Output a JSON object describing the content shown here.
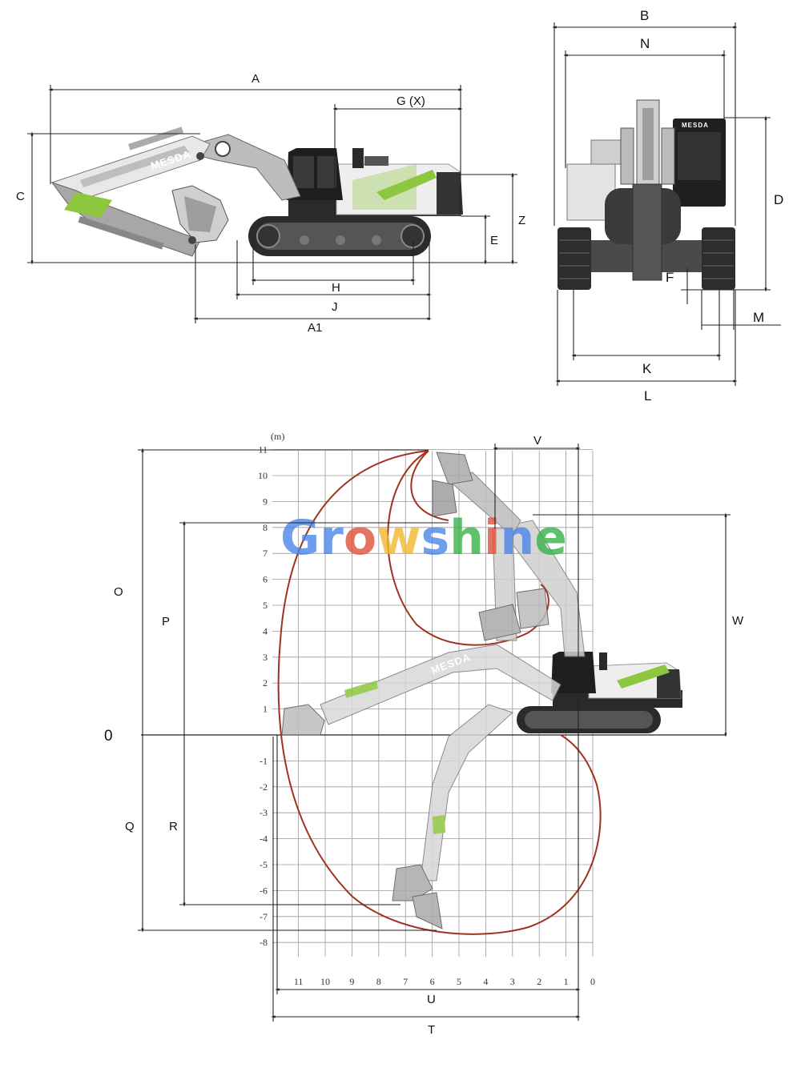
{
  "side_view": {
    "dims": [
      "A",
      "G (X)",
      "C",
      "Z",
      "E",
      "H",
      "J",
      "A1"
    ],
    "brand": "MESDA"
  },
  "front_view": {
    "dims": [
      "B",
      "N",
      "D",
      "F",
      "M",
      "K",
      "L"
    ],
    "brand": "MESDA"
  },
  "working_range": {
    "unit": "(m)",
    "y_ticks": [
      "11",
      "10",
      "9",
      "8",
      "7",
      "6",
      "5",
      "4",
      "3",
      "2",
      "1",
      "0",
      "-1",
      "-2",
      "-3",
      "-4",
      "-5",
      "-6",
      "-7",
      "-8"
    ],
    "x_ticks": [
      "11",
      "10",
      "9",
      "8",
      "7",
      "6",
      "5",
      "4",
      "3",
      "2",
      "1",
      "0"
    ],
    "zero_label": "0",
    "dims": [
      "V",
      "O",
      "P",
      "W",
      "Q",
      "R",
      "U",
      "T"
    ],
    "brand": "MESDA"
  },
  "watermark": {
    "letters": [
      "G",
      "r",
      "o",
      "w",
      "s",
      "h",
      "i",
      "n",
      "e"
    ],
    "colors": [
      "#4a86e8",
      "#4a86e8",
      "#e0503a",
      "#f2b92e",
      "#4a86e8",
      "#38b24a",
      "#e0503a",
      "#4a86e8",
      "#38b24a"
    ]
  }
}
